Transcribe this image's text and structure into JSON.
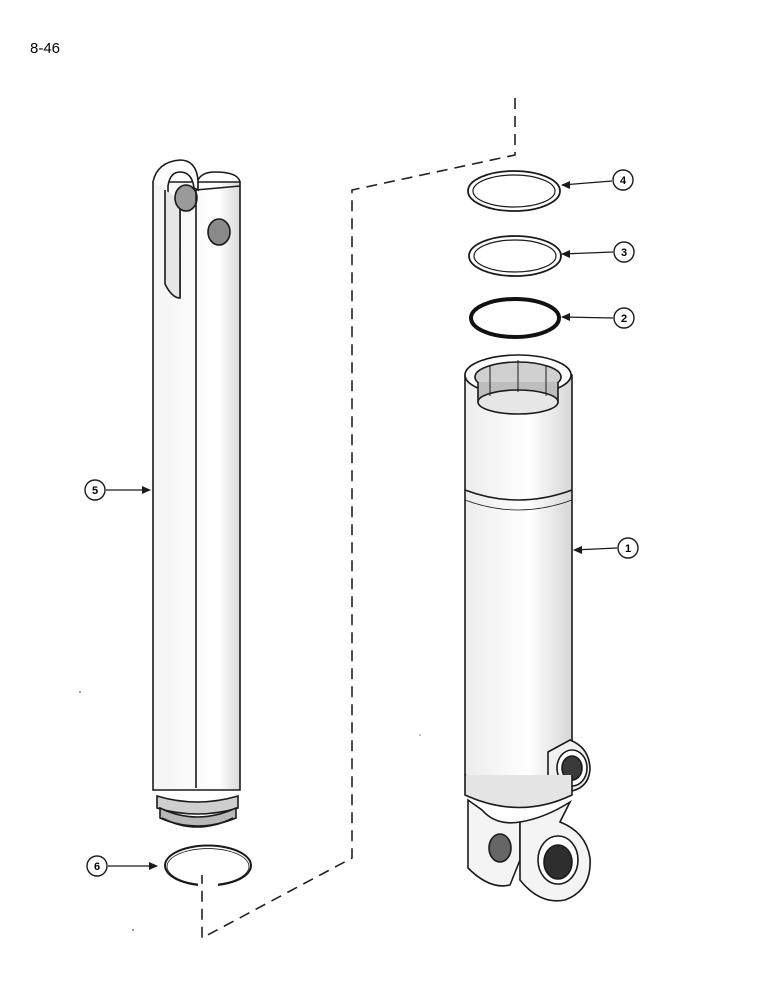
{
  "page": {
    "number": "8-46"
  },
  "callouts": [
    {
      "id": "1",
      "label": "1"
    },
    {
      "id": "2",
      "label": "2"
    },
    {
      "id": "3",
      "label": "3"
    },
    {
      "id": "4",
      "label": "4"
    },
    {
      "id": "5",
      "label": "5"
    },
    {
      "id": "6",
      "label": "6"
    }
  ],
  "colors": {
    "ink": "#1a1a1a",
    "paper": "#ffffff"
  }
}
